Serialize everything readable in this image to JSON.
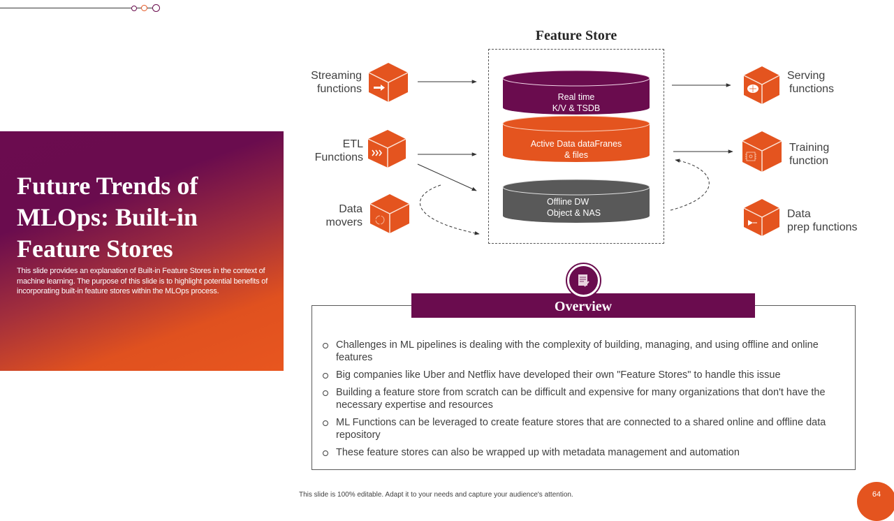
{
  "slide": {
    "title": "Future Trends of MLOps: Built-in Feature Stores",
    "description": "This slide provides an explanation of Built-in Feature Stores in the context of machine learning. The purpose of this slide is to highlight potential benefits of incorporating built-in feature stores within the MLOps process.",
    "page_number": "64",
    "footer_note": "This slide is 100% editable.  Adapt it to your needs and capture your audience's attention."
  },
  "colors": {
    "purple": "#6a0c4e",
    "orange": "#e4541f",
    "gray": "#595959",
    "text": "#404040"
  },
  "diagram": {
    "title": "Feature Store",
    "inputs": [
      {
        "label_line1": "Streaming",
        "label_line2": "functions",
        "icon": "arrow-right-icon"
      },
      {
        "label_line1": "ETL",
        "label_line2": "Functions",
        "icon": "chevrons-right-icon"
      },
      {
        "label_line1": "Data",
        "label_line2": "movers",
        "icon": "cycle-icon"
      }
    ],
    "stores": [
      {
        "line1": "Real time",
        "line2": "K/V & TSDB",
        "color": "#6a0c4e"
      },
      {
        "line1": "Active Data dataFranes",
        "line2": "& files",
        "color": "#e4541f"
      },
      {
        "line1": "Offline  DW",
        "line2": "Object & NAS",
        "color": "#595959"
      }
    ],
    "outputs": [
      {
        "label_line1": "Serving",
        "label_line2": "functions",
        "icon": "brain-icon"
      },
      {
        "label_line1": "Training",
        "label_line2": "function",
        "icon": "chip-icon"
      },
      {
        "label_line1": "Data",
        "label_line2": "prep functions",
        "icon": "play-icon"
      }
    ]
  },
  "overview": {
    "title": "Overview",
    "icon": "document-edit-icon",
    "bullets": [
      "Challenges in ML pipelines is dealing with the complexity of building, managing, and using offline and online features",
      "Big companies like Uber and Netflix have developed their own \"Feature Stores\" to handle this issue",
      "Building a feature store from scratch can be difficult and expensive for many organizations that don't have the necessary expertise and resources",
      "ML Functions can be leveraged to create feature stores that are connected to a shared online and offline data repository",
      "These feature stores can also be wrapped up with metadata management and automation"
    ]
  }
}
